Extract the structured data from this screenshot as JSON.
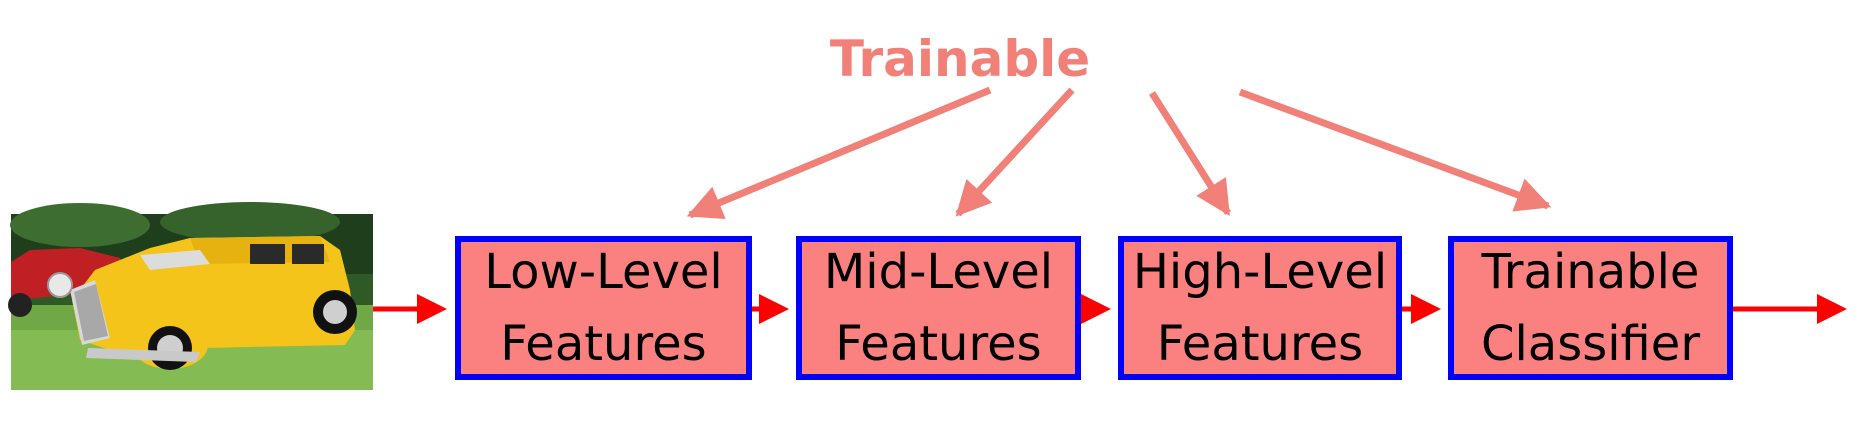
{
  "label": "Trainable",
  "stages": [
    {
      "line1": "Low-Level",
      "line2": "Features"
    },
    {
      "line1": "Mid-Level",
      "line2": "Features"
    },
    {
      "line1": "High-Level",
      "line2": "Features"
    },
    {
      "line1": "Trainable",
      "line2": "Classifier"
    }
  ],
  "input_image_icon": "yellow-vintage-car-photo",
  "colors": {
    "label": "#f08078",
    "box_fill": "#fb8181",
    "box_border": "#0000ff",
    "flow_arrow": "#ff0000",
    "trainable_arrow": "#f08078"
  }
}
